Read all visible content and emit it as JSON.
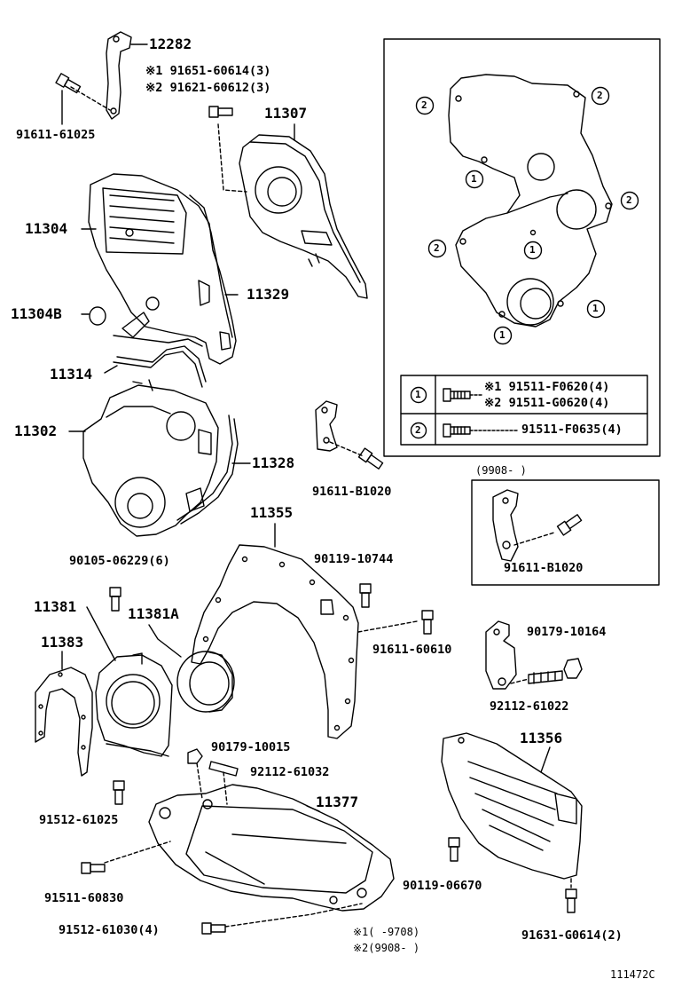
{
  "diagram": {
    "catalog_code": "111472C",
    "labels": {
      "p12282": "12282",
      "p91651": "※1 91651-60614(3)",
      "p91621": "※2 91621-60612(3)",
      "p91611_61025": "91611-61025",
      "p11307": "11307",
      "p11304": "11304",
      "p11329": "11329",
      "p11304b": "11304B",
      "p11314": "11314",
      "p11302": "11302",
      "p11328": "11328",
      "p91611_b1020": "91611-B1020",
      "p11355": "11355",
      "p90105": "90105-06229(6)",
      "p90119_10744": "90119-10744",
      "p11381": "11381",
      "p11381a": "11381A",
      "p91611_60610": "91611-60610",
      "p11383": "11383",
      "p90179_10164": "90179-10164",
      "p92112_61022": "92112-61022",
      "p90179_10015": "90179-10015",
      "p92112_61032": "92112-61032",
      "p11356": "11356",
      "p11377": "11377",
      "p91512_61025": "91512-61025",
      "p91511_60830": "91511-60830",
      "p90119_06670": "90119-06670",
      "p91512_61030": "91512-61030(4)",
      "p91631": "91631-G0614(2)",
      "note1": "※1(     -9708)",
      "note2": "※2(9908-     )",
      "sub_date": "(9908-     )",
      "sub_part": "91611-B1020"
    },
    "inset": {
      "callouts": [
        "2",
        "2",
        "1",
        "2",
        "2",
        "1",
        "1",
        "1"
      ],
      "table": [
        {
          "ref": "1",
          "line1": "※1 91511-F0620(4)",
          "line2": "※2 91511-G0620(4)"
        },
        {
          "ref": "2",
          "line1": "91511-F0635(4)",
          "line2": ""
        }
      ]
    }
  }
}
